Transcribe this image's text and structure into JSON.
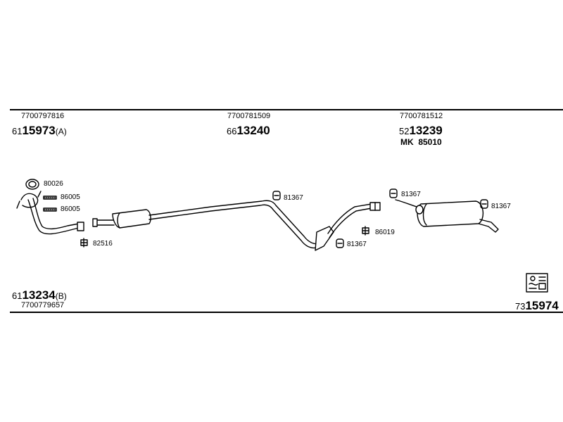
{
  "top_row": {
    "left": {
      "oem": "7700797816",
      "prefix": "61",
      "number": "15973",
      "suffix": "(A)"
    },
    "center": {
      "oem": "7700781509",
      "prefix": "66",
      "number": "13240"
    },
    "right": {
      "oem": "7700781512",
      "prefix": "52",
      "number": "13239",
      "kit": "MK  85010"
    }
  },
  "bottom_row": {
    "left": {
      "prefix": "61",
      "number": "13234",
      "suffix": "(B)",
      "oem": "7700779657"
    },
    "right": {
      "prefix": "73",
      "number": "15974"
    }
  },
  "callouts": {
    "gasket": "80026",
    "bolt_1": "86005",
    "bolt_2": "86005",
    "clamp_front": "82516",
    "hanger_1": "81367",
    "hanger_2": "81367",
    "hanger_3": "81367",
    "hanger_4": "81367",
    "clamp_mid": "86019"
  },
  "icons": [
    "exhaust-pipe-diagram",
    "rubber-hanger-icon",
    "clamp-icon",
    "gasket-ring-icon",
    "bolt-icon",
    "assembly-kit-icon"
  ]
}
